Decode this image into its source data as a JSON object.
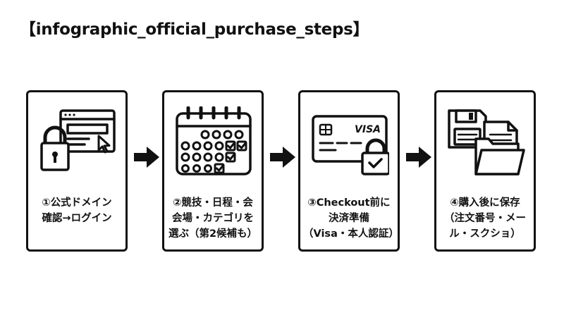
{
  "title": "【infographic_official_purchase_steps】",
  "steps": [
    {
      "icon": "browser-lock-icon",
      "lines": [
        "①公式ドメイン",
        "確認→ログイン"
      ]
    },
    {
      "icon": "calendar-icon",
      "lines": [
        "②競技・日程・会",
        "会場・カテゴリを",
        "選ぶ（第2候補も）"
      ]
    },
    {
      "icon": "credit-card-lock-icon",
      "card_brand": "VISA",
      "lines": [
        "③Checkout前に",
        "決済準備",
        "（Visa・本人認証）"
      ]
    },
    {
      "icon": "save-folder-icon",
      "lines": [
        "④購入後に保存",
        "（注文番号・メー",
        "ル・スクショ）"
      ]
    }
  ],
  "colors": {
    "ink": "#111111",
    "background": "#ffffff"
  }
}
